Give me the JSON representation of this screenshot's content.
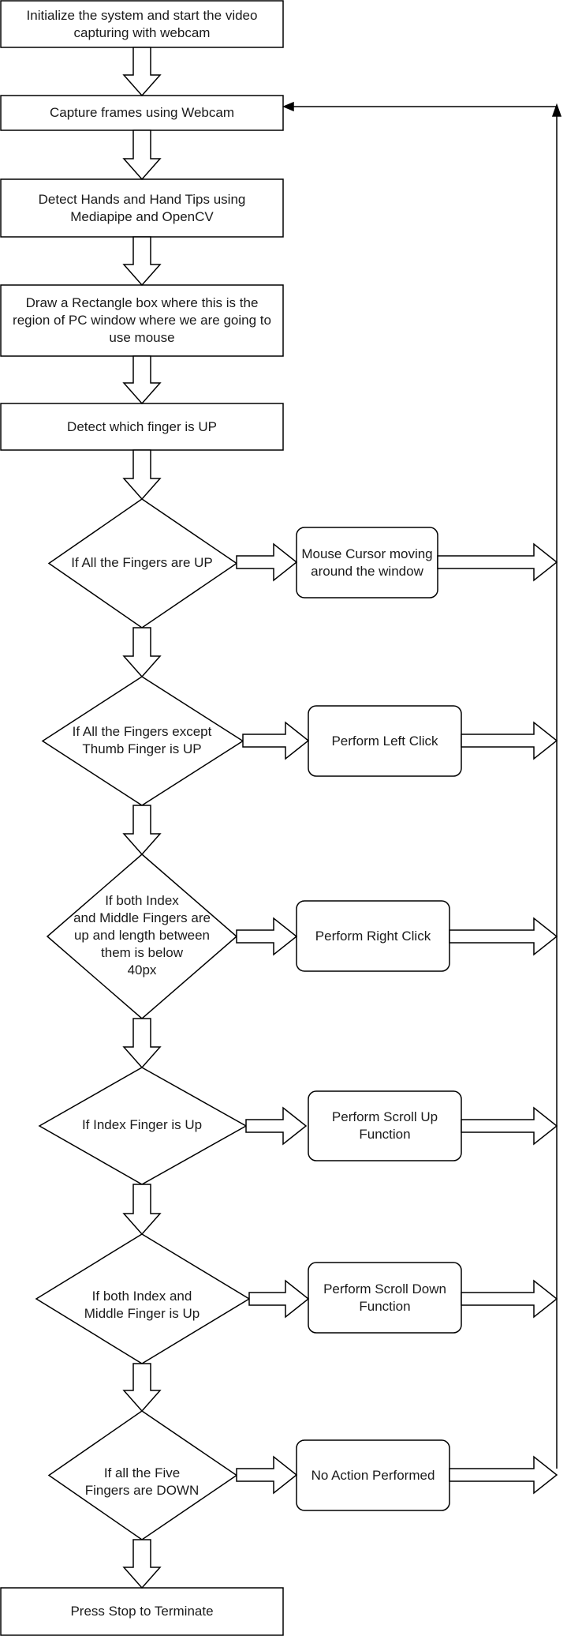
{
  "colors": {
    "stroke": "#000000",
    "fill": "#ffffff",
    "text": "#1a1a1a"
  },
  "steps": {
    "init": "Initialize the system and start the video\ncapturing with webcam",
    "capture": "Capture frames using Webcam",
    "detect_hands": "Detect Hands and Hand Tips using\nMediapipe and OpenCV",
    "draw_rect": "Draw a Rectangle box where this is the\nregion of PC window where we are going to\nuse mouse",
    "detect_finger": "Detect which finger is UP",
    "terminate": "Press Stop to Terminate"
  },
  "decisions": {
    "all_up": "If All the Fingers are UP",
    "except_thumb": "If All the Fingers except\nThumb Finger is UP",
    "index_middle_close": "If both Index\nand Middle Fingers are\nup and length between\nthem is below\n40px",
    "index_up": "If Index Finger is Up",
    "index_middle_up": "If both Index and\nMiddle Finger is Up",
    "all_down": "If all the Five\nFingers are DOWN"
  },
  "actions": {
    "move_cursor": "Mouse Cursor moving\naround the window",
    "left_click": "Perform Left Click",
    "right_click": "Perform Right Click",
    "scroll_up": "Perform Scroll Up\nFunction",
    "scroll_down": "Perform Scroll Down\nFunction",
    "no_action": "No Action Performed"
  }
}
